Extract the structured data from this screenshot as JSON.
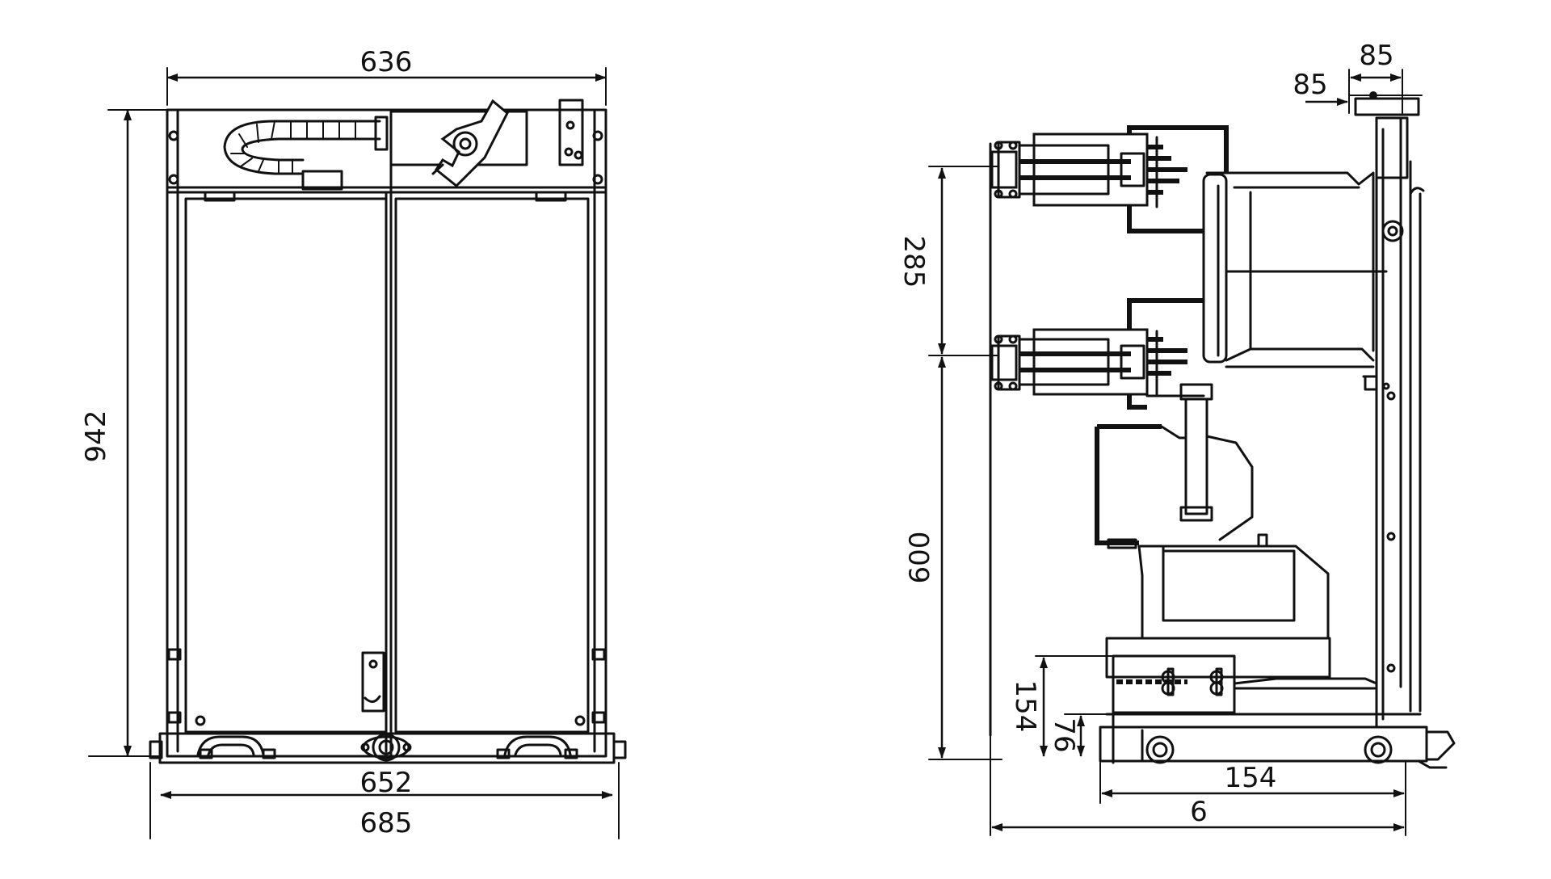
{
  "dimensions": {
    "front_top_width": "636",
    "front_height": "942",
    "front_base_inner": "652",
    "front_base_overall": "685",
    "side_top_a": "85",
    "side_top_b": "85",
    "side_pole_pitch": "285",
    "side_lower_height": "600",
    "side_rail_height": "154",
    "side_wheel_height": "76",
    "side_wheel_span": "154",
    "side_overall_depth": "6"
  },
  "colors": {
    "line": "#111111",
    "background": "#ffffff"
  }
}
